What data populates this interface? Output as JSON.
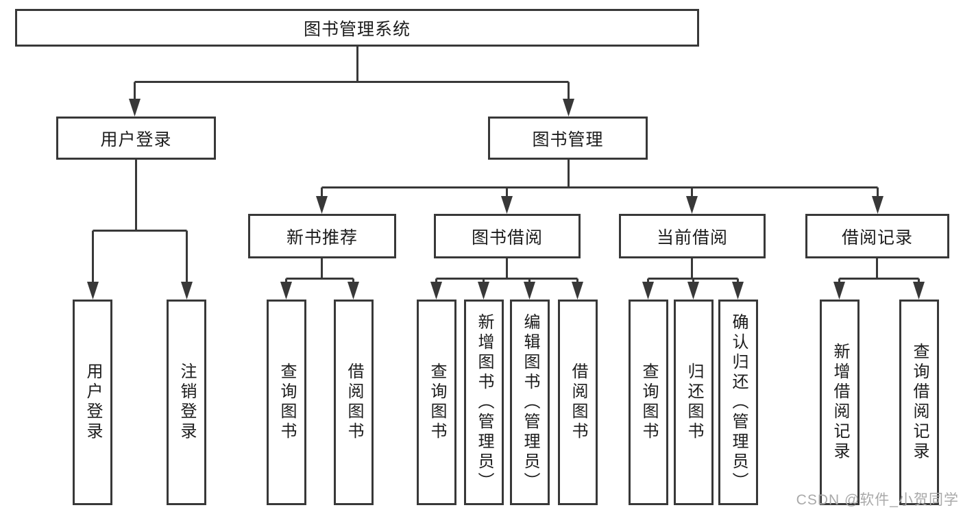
{
  "diagram": {
    "root": {
      "label": "图书管理系统"
    },
    "branches": [
      {
        "label": "用户登录",
        "children": [
          {
            "label": "用户登录"
          },
          {
            "label": "注销登录"
          }
        ]
      },
      {
        "label": "图书管理",
        "groups": [
          {
            "label": "新书推荐",
            "children": [
              {
                "label": "查询图书"
              },
              {
                "label": "借阅图书"
              }
            ]
          },
          {
            "label": "图书借阅",
            "children": [
              {
                "label": "查询图书"
              },
              {
                "label": "新增图书（管理员）"
              },
              {
                "label": "编辑图书（管理员）"
              },
              {
                "label": "借阅图书"
              }
            ]
          },
          {
            "label": "当前借阅",
            "children": [
              {
                "label": "查询图书"
              },
              {
                "label": "归还图书"
              },
              {
                "label": "确认归还（管理员）"
              }
            ]
          },
          {
            "label": "借阅记录",
            "children": [
              {
                "label": "新增借阅记录"
              },
              {
                "label": "查询借阅记录"
              }
            ]
          }
        ]
      }
    ]
  },
  "watermark": "CSDN @软件_小贺同学",
  "colors": {
    "line": "#383838",
    "text": "#1c1c1c",
    "watermark": "#a9a9a9",
    "background": "#ffffff"
  }
}
